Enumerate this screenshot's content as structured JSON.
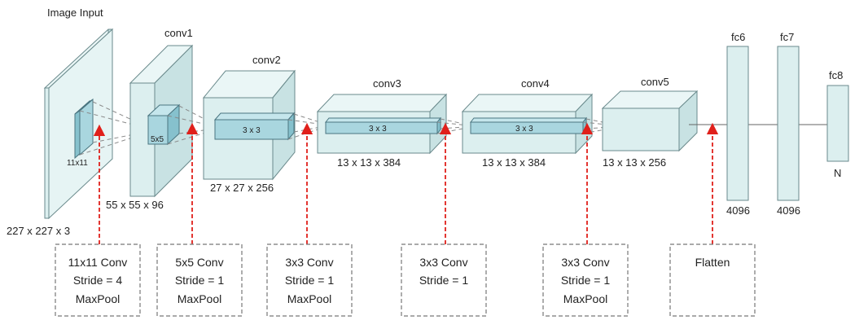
{
  "diagram": {
    "input_title": "Image Input",
    "input_kernel": "11x11",
    "input_dims": "227 x 227 x 3",
    "conv1": {
      "title": "conv1",
      "kernel": "5x5",
      "dims": "55 x 55 x 96"
    },
    "conv2": {
      "title": "conv2",
      "kernel": "3 x 3",
      "dims": "27 x 27 x 256"
    },
    "conv3": {
      "title": "conv3",
      "kernel": "3 x 3",
      "dims": "13 x 13 x 384"
    },
    "conv4": {
      "title": "conv4",
      "kernel": "3 x 3",
      "dims": "13 x 13 x 384"
    },
    "conv5": {
      "title": "conv5",
      "dims": "13 x 13 x 256"
    },
    "fc6": {
      "title": "fc6",
      "size": "4096"
    },
    "fc7": {
      "title": "fc7",
      "size": "4096"
    },
    "fc8": {
      "title": "fc8",
      "size": "N"
    }
  },
  "annotations": [
    {
      "lines": [
        "11x11 Conv",
        "Stride = 4",
        "MaxPool"
      ]
    },
    {
      "lines": [
        "5x5 Conv",
        "Stride = 1",
        "MaxPool"
      ]
    },
    {
      "lines": [
        "3x3 Conv",
        "Stride = 1",
        "MaxPool"
      ]
    },
    {
      "lines": [
        "3x3 Conv",
        "Stride = 1"
      ]
    },
    {
      "lines": [
        "3x3 Conv",
        "Stride = 1",
        "MaxPool"
      ]
    },
    {
      "lines": [
        "Flatten"
      ]
    }
  ],
  "colors": {
    "layer_fill": "#dcefef",
    "kernel_fill": "#a9d6df",
    "annotation_arrow": "#e0201b"
  }
}
